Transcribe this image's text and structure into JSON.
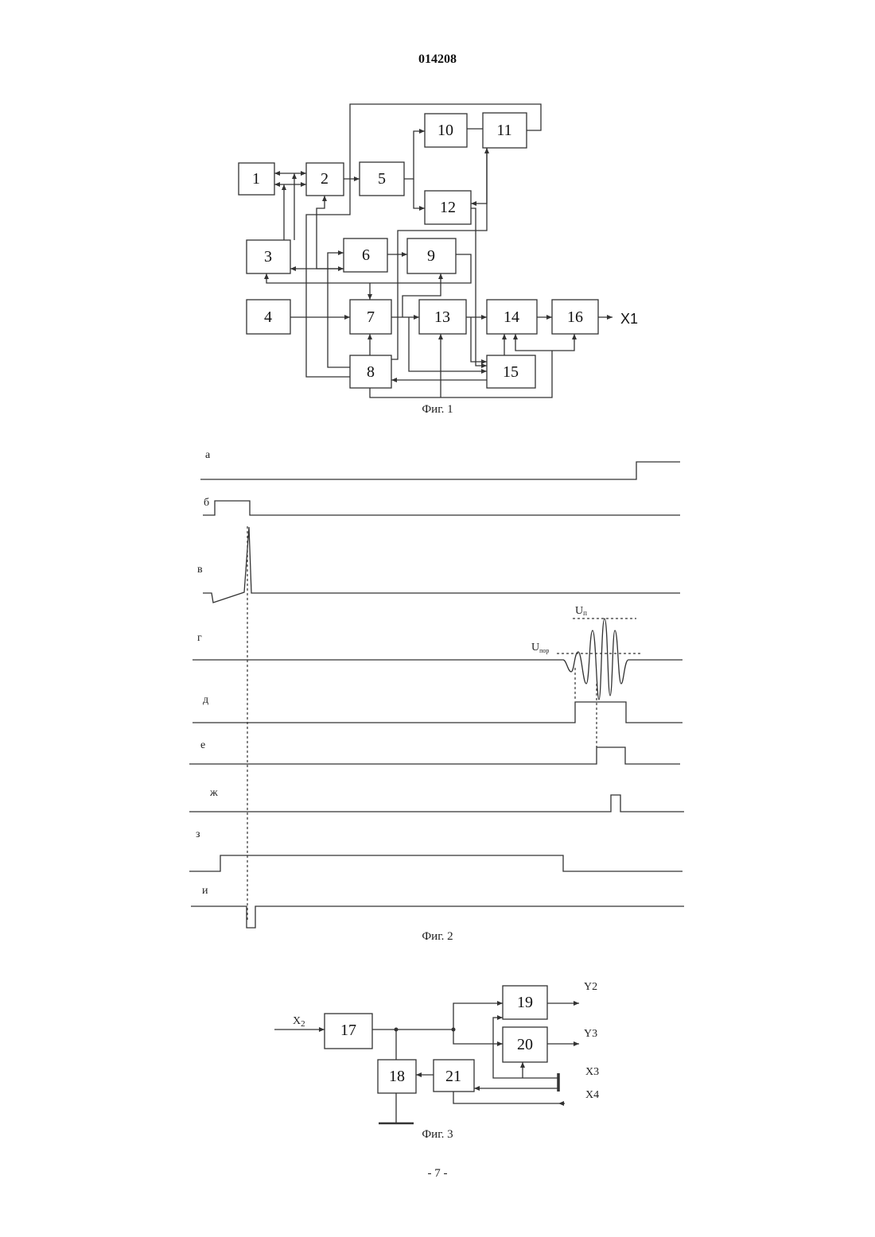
{
  "header": {
    "doc_number": "014208"
  },
  "fig1": {
    "caption": "Фиг. 1",
    "blocks": [
      "1",
      "2",
      "3",
      "4",
      "5",
      "6",
      "7",
      "8",
      "9",
      "10",
      "11",
      "12",
      "13",
      "14",
      "15",
      "16"
    ],
    "output_label": "X1"
  },
  "fig2": {
    "caption": "Фиг. 2",
    "traces": [
      "а",
      "б",
      "в",
      "г",
      "д",
      "е",
      "ж",
      "з",
      "и"
    ],
    "level_un": "U",
    "level_un_sub": "п",
    "level_upor": "U",
    "level_upor_sub": "пор"
  },
  "fig3": {
    "caption": "Фиг. 3",
    "blocks": [
      "17",
      "18",
      "19",
      "20",
      "21"
    ],
    "input_x2": "X",
    "input_x2_sub": "2",
    "out_y2": "Y2",
    "out_y3": "Y3",
    "in_x3": "X3",
    "in_x4": "X4"
  },
  "footer": {
    "page_number": "- 7 -"
  }
}
